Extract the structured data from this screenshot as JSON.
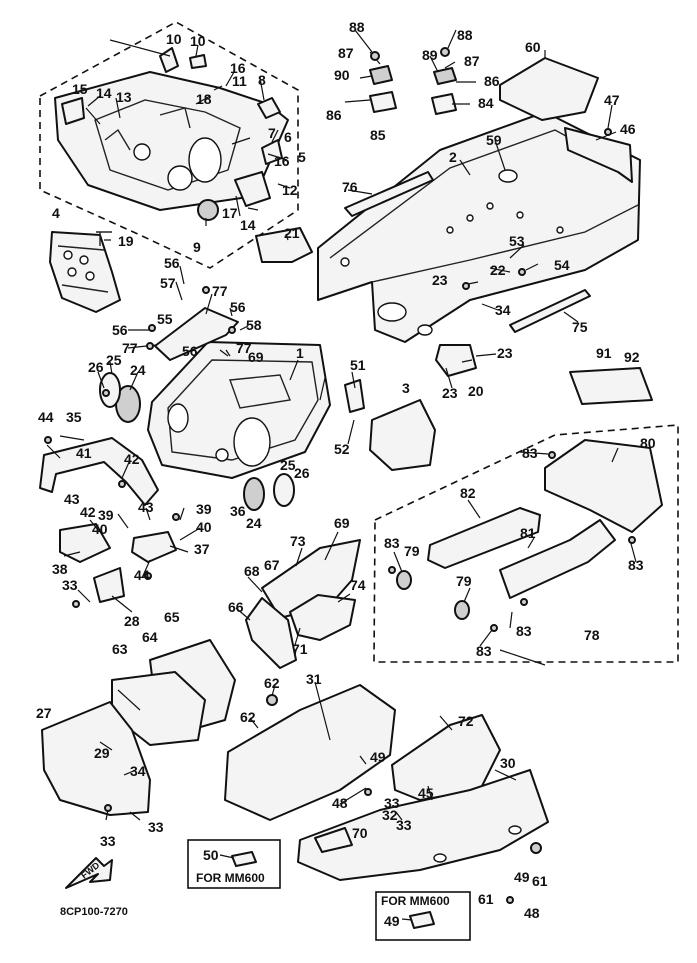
{
  "diagram": {
    "drawing_code": "8CP100-7270",
    "fwd_arrow_label": "FWD",
    "callouts": {
      "c1": "1",
      "c2": "2",
      "c3": "3",
      "c4": "4",
      "c5": "5",
      "c6": "6",
      "c7": "7",
      "c8": "8",
      "c9": "9",
      "c10a": "10",
      "c10b": "10",
      "c11": "11",
      "c12": "12",
      "c13": "13",
      "c14a": "14",
      "c14b": "14",
      "c15": "15",
      "c16a": "16",
      "c16b": "16",
      "c17": "17",
      "c18": "18",
      "c19": "19",
      "c20": "20",
      "c21": "21",
      "c22": "22",
      "c23a": "23",
      "c23b": "23",
      "c23c": "23",
      "c24a": "24",
      "c24b": "24",
      "c25a": "25",
      "c25b": "25",
      "c26a": "26",
      "c26b": "26",
      "c27": "27",
      "c28": "28",
      "c29": "29",
      "c30": "30",
      "c31": "31",
      "c32": "32",
      "c33a": "33",
      "c33b": "33",
      "c33c": "33",
      "c33d": "33",
      "c33e": "33",
      "c34a": "34",
      "c34b": "34",
      "c35": "35",
      "c36": "36",
      "c37": "37",
      "c38": "38",
      "c39a": "39",
      "c39b": "39",
      "c40a": "40",
      "c40b": "40",
      "c41": "41",
      "c42a": "42",
      "c42b": "42",
      "c43a": "43",
      "c43b": "43",
      "c44a": "44",
      "c44b": "44",
      "c45": "45",
      "c46": "46",
      "c47": "47",
      "c48a": "48",
      "c48b": "48",
      "c49a": "49",
      "c49b": "49",
      "c49c": "49",
      "c50": "50",
      "c51": "51",
      "c52": "52",
      "c53": "53",
      "c54": "54",
      "c55": "55",
      "c56a": "56",
      "c56b": "56",
      "c56c": "56",
      "c56d": "56",
      "c57": "57",
      "c58": "58",
      "c59": "59",
      "c60": "60",
      "c61a": "61",
      "c61b": "61",
      "c62a": "62",
      "c62b": "62",
      "c63": "63",
      "c64": "64",
      "c65": "65",
      "c66": "66",
      "c67": "67",
      "c68": "68",
      "c69a": "69",
      "c69b": "69",
      "c70": "70",
      "c71": "71",
      "c72": "72",
      "c73": "73",
      "c74": "74",
      "c75": "75",
      "c76": "76",
      "c77a": "77",
      "c77b": "77",
      "c77c": "77",
      "c78": "78",
      "c79a": "79",
      "c79b": "79",
      "c80": "80",
      "c81": "81",
      "c82": "82",
      "c83a": "83",
      "c83b": "83",
      "c83c": "83",
      "c83d": "83",
      "c83e": "83",
      "c84": "84",
      "c85": "85",
      "c86a": "86",
      "c86b": "86",
      "c87a": "87",
      "c87b": "87",
      "c88a": "88",
      "c88b": "88",
      "c89": "89",
      "c90": "90",
      "c91": "91",
      "c92": "92"
    },
    "inset_boxes": {
      "mm600_left": {
        "part_number": "50",
        "caption": "FOR MM600"
      },
      "mm600_right": {
        "part_number": "49",
        "caption": "FOR MM600"
      }
    }
  }
}
